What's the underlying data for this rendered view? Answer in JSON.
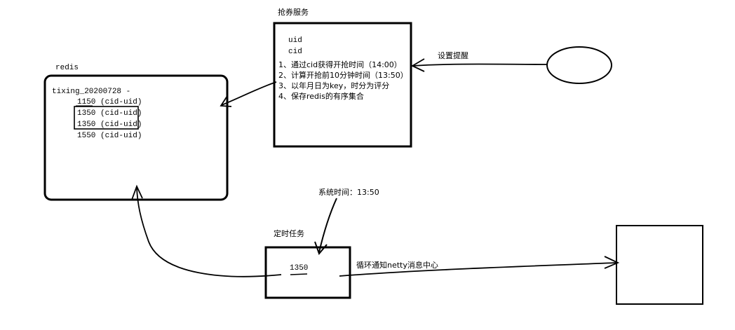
{
  "grab_service": {
    "title": "抢券服务",
    "fields": [
      "uid",
      "cid"
    ],
    "steps": [
      "1、通过cid获得开抢时间（14:00）",
      "2、计算开抢前10分钟时间（13:50）",
      "3、以年月日为key，时分为评分",
      "4、保存redis的有序集合"
    ]
  },
  "reminder": {
    "label": "设置提醒"
  },
  "redis": {
    "title": "redis",
    "key": "tixing_20200728 -",
    "entries": [
      "1150 (cid-uid)",
      "1350 (cid-uid)",
      "1350 (cid-uid)",
      "1550 (cid-uid)"
    ]
  },
  "system_time": {
    "label": "系统时间：13:50"
  },
  "scheduled_task": {
    "title": "定时任务",
    "value": "1350"
  },
  "notify": {
    "label": "循环通知netty消息中心"
  }
}
